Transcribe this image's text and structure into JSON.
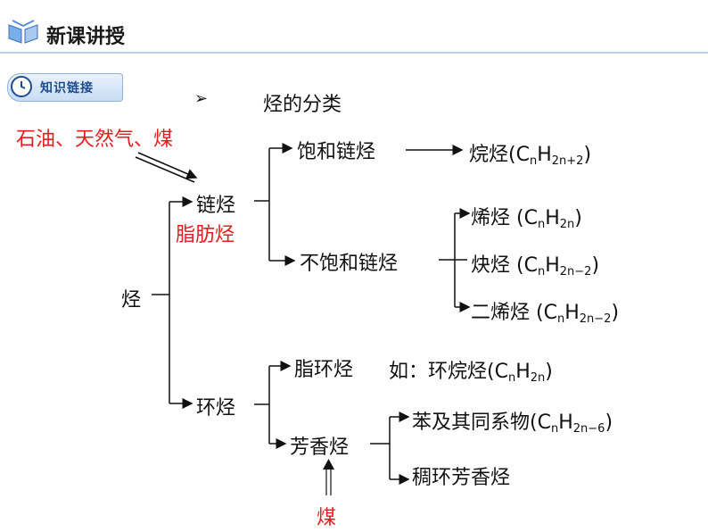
{
  "header": {
    "title": "新课讲授"
  },
  "badge": {
    "label": "知识链接"
  },
  "topic": {
    "bullet": "➢",
    "title": "烃的分类"
  },
  "note_top": "石油、天然气、煤",
  "root": "烃",
  "chain": {
    "label": "链烃",
    "alias": "脂肪烃"
  },
  "saturated": {
    "label": "饱和链烃"
  },
  "alkane": {
    "name": "烷烃",
    "p1": "(C",
    "s1": "n",
    "p2": "H",
    "s2": "2n+2",
    "p3": ")"
  },
  "unsaturated": {
    "label": "不饱和链烃"
  },
  "alkene": {
    "name": "烯烃",
    "p1": " (C",
    "s1": "n",
    "p2": "H",
    "s2": "2n",
    "p3": ")"
  },
  "alkyne": {
    "name": "炔烃",
    "p1": " (C",
    "s1": "n",
    "p2": "H",
    "s2": "2n−2",
    "p3": ")"
  },
  "diene": {
    "name": "二烯烃",
    "p1": " (C",
    "s1": "n",
    "p2": "H",
    "s2": "2n−2",
    "p3": ")"
  },
  "cyclic": {
    "label": "环烃"
  },
  "alicyclic": {
    "label": "脂环烃",
    "example": {
      "prefix": "如：环烷烃(C",
      "s1": "n",
      "p2": "H",
      "s2": "2n",
      "p3": ")"
    }
  },
  "aromatic": {
    "label": "芳香烃"
  },
  "benzene": {
    "name": "苯及其同系物(C",
    "s1": "n",
    "p2": "H",
    "s2": "2n−6",
    "p3": ")"
  },
  "fused": {
    "label": "稠环芳香烃"
  },
  "note_bottom": "煤",
  "colors": {
    "red": "#e02020",
    "icon_blue": "#5b8fd6",
    "badge_blue": "#1e4d8c"
  }
}
